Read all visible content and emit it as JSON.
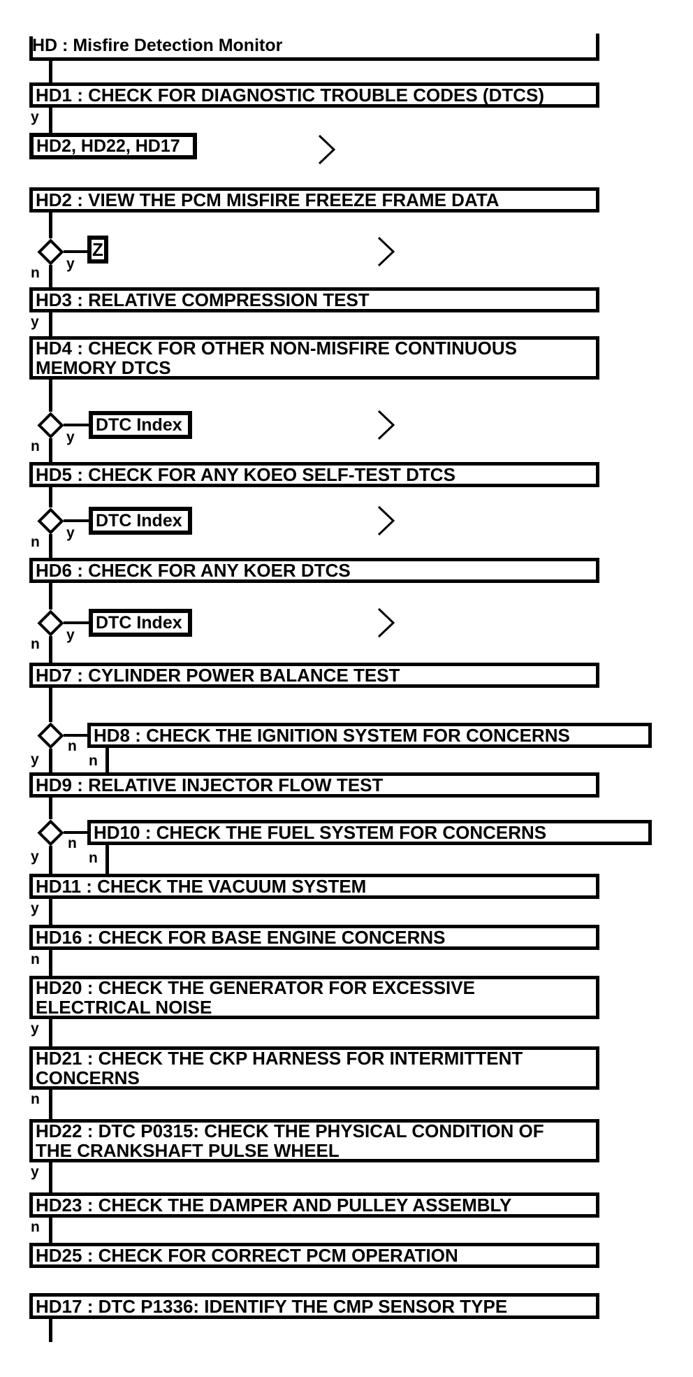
{
  "title": "HD : Misfire Detection Monitor",
  "branch_labels": {
    "yes": "y",
    "no": "n"
  },
  "colors": {
    "ink": "#000000",
    "paper": "#ffffff"
  },
  "references": {
    "dtc_list": "HD2, HD22, HD17",
    "z": "Z",
    "dtc_index": "DTC Index"
  },
  "steps": {
    "hd1": "HD1 : CHECK FOR DIAGNOSTIC TROUBLE CODES (DTCS)",
    "hd2": "HD2 : VIEW THE PCM MISFIRE FREEZE FRAME DATA",
    "hd3": "HD3 : RELATIVE COMPRESSION TEST",
    "hd4": "HD4 : CHECK FOR OTHER NON-MISFIRE CONTINUOUS\nMEMORY DTCS",
    "hd5": "HD5 : CHECK FOR ANY KOEO SELF-TEST DTCS",
    "hd6": "HD6 : CHECK FOR ANY KOER DTCS",
    "hd7": "HD7 : CYLINDER POWER BALANCE TEST",
    "hd8": "HD8 : CHECK THE IGNITION SYSTEM FOR CONCERNS",
    "hd9": "HD9 : RELATIVE INJECTOR FLOW TEST",
    "hd10": "HD10 : CHECK THE FUEL SYSTEM FOR CONCERNS",
    "hd11": "HD11 : CHECK THE VACUUM SYSTEM",
    "hd16": "HD16 : CHECK FOR BASE ENGINE CONCERNS",
    "hd20": "HD20 : CHECK THE GENERATOR FOR EXCESSIVE\nELECTRICAL NOISE",
    "hd21": "HD21 : CHECK THE CKP HARNESS FOR INTERMITTENT\nCONCERNS",
    "hd22": "HD22 : DTC P0315: CHECK THE PHYSICAL CONDITION OF\nTHE CRANKSHAFT PULSE WHEEL",
    "hd23": "HD23 : CHECK THE DAMPER AND PULLEY ASSEMBLY",
    "hd25": "HD25 : CHECK FOR CORRECT PCM OPERATION",
    "hd17": "HD17 : DTC P1336: IDENTIFY THE CMP SENSOR TYPE"
  }
}
